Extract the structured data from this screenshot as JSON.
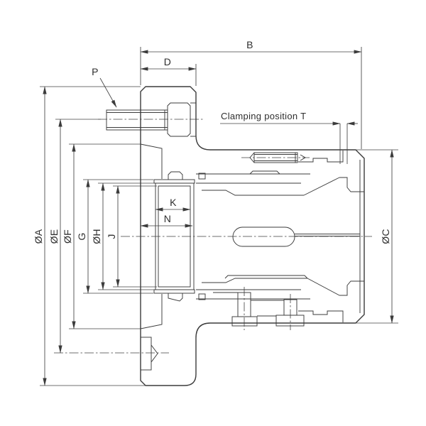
{
  "drawing": {
    "background_color": "#ffffff",
    "line_color": "#3b3b3b",
    "labels": {
      "overall_length": "B",
      "flange_thickness": "D",
      "bolt_callout": "P",
      "clamping_position": "Clamping position T",
      "flange_diameter": "ØA",
      "bolt_circle_diameter": "ØE",
      "pilot_diameter": "ØF",
      "pocket_outer": "G",
      "pocket_diameter": "ØH",
      "bore_diameter": "J",
      "pocket_depth": "K",
      "insert_depth": "N",
      "body_diameter": "ØC"
    }
  }
}
